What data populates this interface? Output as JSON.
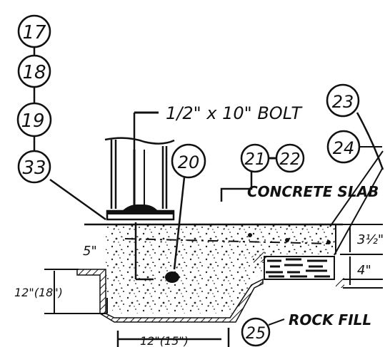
{
  "callouts": {
    "c17": "17",
    "c18": "18",
    "c19": "19",
    "c33": "33",
    "c20": "20",
    "c21": "21",
    "c22": "22",
    "c23": "23",
    "c24": "24",
    "c25": "25"
  },
  "labels": {
    "bolt": "1/2\" x 10\" BOLT",
    "concrete_slab": "CONCRETE SLAB",
    "rock_fill": "ROCK FILL"
  },
  "dimensions": {
    "slab_thickness": "3½\"",
    "footing_top": "5\"",
    "footing_step": "4\"",
    "footing_depth": "12\"(18\")",
    "footing_width": "12\"(15\")"
  },
  "colors": {
    "ink": "#111111",
    "paper": "#ffffff"
  }
}
